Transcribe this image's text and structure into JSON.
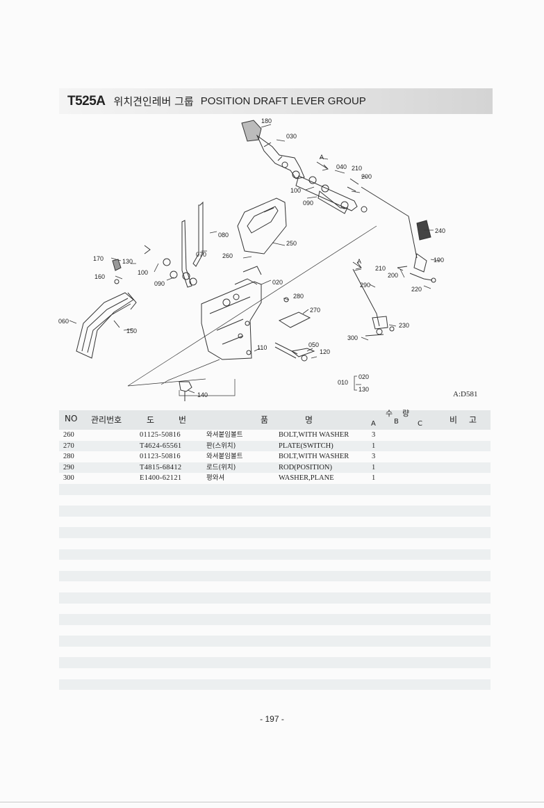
{
  "header": {
    "code": "T525A",
    "title_ko": "위치견인레버 그룹",
    "title_en": "POSITION DRAFT LEVER GROUP"
  },
  "diagram": {
    "reference": "A:D581",
    "labels": {
      "l180": "180",
      "l030": "030",
      "lA1": "A",
      "l040": "040",
      "l210a": "210",
      "l200a": "200",
      "l100a": "100",
      "l090a": "090",
      "l240": "240",
      "l080": "080",
      "l250": "250",
      "l070": "070",
      "l260": "260",
      "l170": "170",
      "l130a": "130",
      "l100b": "100",
      "l090b": "090",
      "l160": "160",
      "l020a": "020",
      "l280": "280",
      "l270": "270",
      "lA2": "A",
      "l210b": "210",
      "l200b": "200",
      "l190": "190",
      "l220": "220",
      "l290": "290",
      "l060": "060",
      "l150": "150",
      "l230": "230",
      "l300": "300",
      "l110": "110",
      "l050": "050",
      "l120": "120",
      "l140": "140",
      "l010": "010",
      "l020b": "020",
      "l130b": "130"
    }
  },
  "table": {
    "headers": {
      "no": "NO",
      "mgmt": "관리번호",
      "do": "도",
      "beon": "번",
      "pum": "품",
      "myeong": "명",
      "su": "수",
      "ryang": "량",
      "a": "A",
      "b": "B",
      "c": "C",
      "bi": "비",
      "go": "고"
    },
    "rows": [
      {
        "no": "260",
        "part": "01125-50816",
        "name_ko": "와셔붙임볼트",
        "name_en": "BOLT,WITH WASHER",
        "qty_a": "3"
      },
      {
        "no": "270",
        "part": "T4624-65561",
        "name_ko": "판(스위치)",
        "name_en": "PLATE(SWITCH)",
        "qty_a": "1"
      },
      {
        "no": "280",
        "part": "01123-50816",
        "name_ko": "와셔붙임볼트",
        "name_en": "BOLT,WITH WASHER",
        "qty_a": "3"
      },
      {
        "no": "290",
        "part": "T4815-68412",
        "name_ko": "로드(위치)",
        "name_en": "ROD(POSITION)",
        "qty_a": "1"
      },
      {
        "no": "300",
        "part": "E1400-62121",
        "name_ko": "평와셔",
        "name_en": "WASHER,PLANE",
        "qty_a": "1"
      }
    ]
  },
  "page_number": "- 197 -"
}
